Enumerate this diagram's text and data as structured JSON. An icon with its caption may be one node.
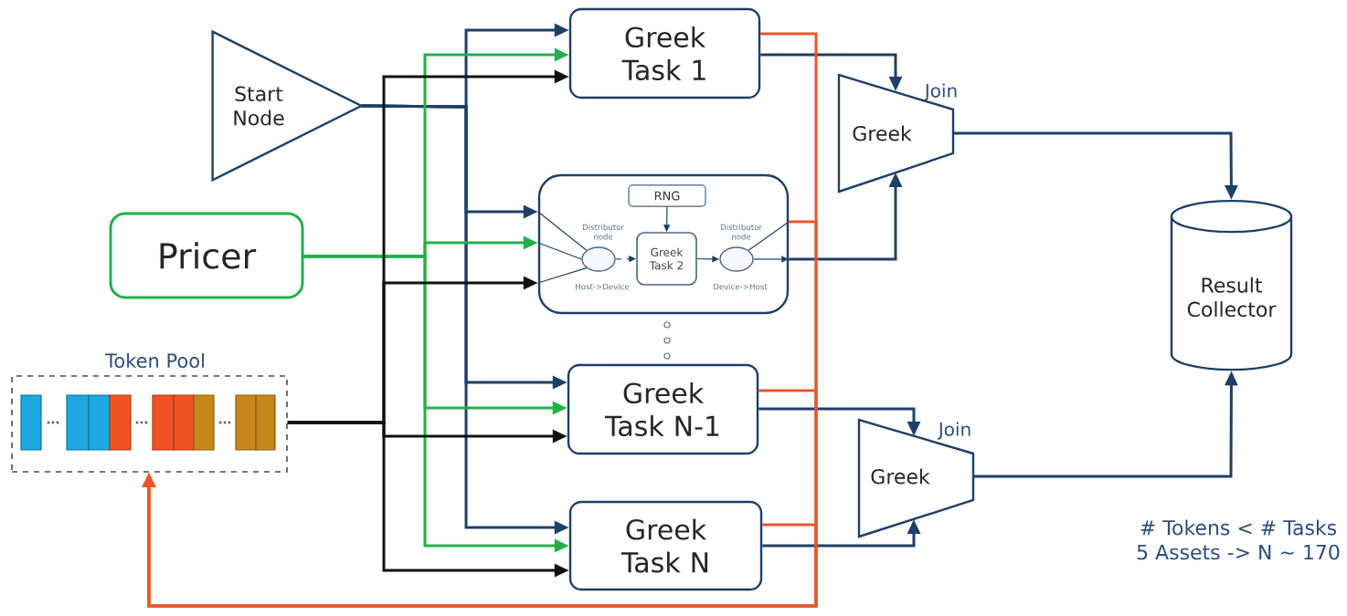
{
  "diagram": {
    "nodes": [
      {
        "text": [
          "Start Node"
        ]
      },
      {
        "text": [
          "Pricer"
        ]
      },
      {
        "text": [
          "Token Pool"
        ]
      },
      {
        "text": [
          "Greek Task 1"
        ]
      },
      {
        "text": [],
        "shape": "box"
      },
      {
        "text": [
          "RNG"
        ],
        "in": 4
      },
      {
        "text": [],
        "shape": "circle",
        "in": 4,
        "beside": [
          "Distributor node",
          "Host->Device"
        ]
      },
      {
        "text": [
          "Greek Task 2"
        ],
        "in": 4
      },
      {
        "text": [],
        "shape": "circle",
        "in": 4,
        "beside": [
          "Distributor node",
          "Device->Host"
        ]
      },
      {
        "text": [
          "Greek Task N-1"
        ]
      },
      {
        "text": [
          "Greek Task N"
        ]
      },
      {
        "text": [
          "Greek"
        ],
        "beside": [
          "Join"
        ]
      },
      {
        "text": [
          "Greek"
        ],
        "beside": [
          "Join"
        ]
      },
      {
        "text": [
          "Result Collector"
        ]
      }
    ],
    "edges": [
      {
        "from": 0,
        "to": 3,
        "arrow": "to"
      },
      {
        "from": 0,
        "to": 4,
        "arrow": "to"
      },
      {
        "from": 0,
        "to": 9,
        "arrow": "to"
      },
      {
        "from": 0,
        "to": 10,
        "arrow": "to"
      },
      {
        "from": 1,
        "to": 3,
        "arrow": "to",
        "color": "#22b04b"
      },
      {
        "from": 1,
        "to": 4,
        "arrow": "to",
        "color": "#22b04b"
      },
      {
        "from": 1,
        "to": 9,
        "arrow": "to",
        "color": "#22b04b"
      },
      {
        "from": 1,
        "to": 10,
        "arrow": "to",
        "color": "#22b04b"
      },
      {
        "from": 2,
        "to": 3,
        "arrow": "to",
        "color": "#111111"
      },
      {
        "from": 2,
        "to": 4,
        "arrow": "to",
        "color": "#111111"
      },
      {
        "from": 2,
        "to": 9,
        "arrow": "to",
        "color": "#111111"
      },
      {
        "from": 2,
        "to": 10,
        "arrow": "to",
        "color": "#111111"
      },
      {
        "from": 4,
        "to": 6,
        "arrow": "none"
      },
      {
        "from": 4,
        "to": 6,
        "arrow": "none"
      },
      {
        "from": 4,
        "to": 6,
        "arrow": "none"
      },
      {
        "from": 5,
        "to": 7,
        "arrow": "to"
      },
      {
        "from": 6,
        "to": 7,
        "arrow": "to",
        "style": "dashed"
      },
      {
        "from": 7,
        "to": 8,
        "arrow": "to"
      },
      {
        "from": 8,
        "to": 4,
        "arrow": "none"
      },
      {
        "from": 8,
        "to": 4,
        "arrow": "to"
      },
      {
        "from": 3,
        "to": 11,
        "arrow": "to"
      },
      {
        "from": 4,
        "to": 11,
        "arrow": "to"
      },
      {
        "from": 9,
        "to": 12,
        "arrow": "to"
      },
      {
        "from": 10,
        "to": 12,
        "arrow": "to"
      },
      {
        "from": 11,
        "to": 13,
        "arrow": "to"
      },
      {
        "from": 12,
        "to": 13,
        "arrow": "to"
      },
      {
        "from": 3,
        "to": 2,
        "arrow": "to",
        "color": "#e9572b"
      },
      {
        "from": 4,
        "to": 2,
        "arrow": "to",
        "color": "#e9572b"
      },
      {
        "from": 9,
        "to": 2,
        "arrow": "to",
        "color": "#e9572b"
      },
      {
        "from": 10,
        "to": 2,
        "arrow": "to",
        "color": "#e9572b"
      }
    ],
    "labels": [
      "# Tokens  <  # Tasks",
      "5 Assets -> N ~ 170"
    ]
  }
}
